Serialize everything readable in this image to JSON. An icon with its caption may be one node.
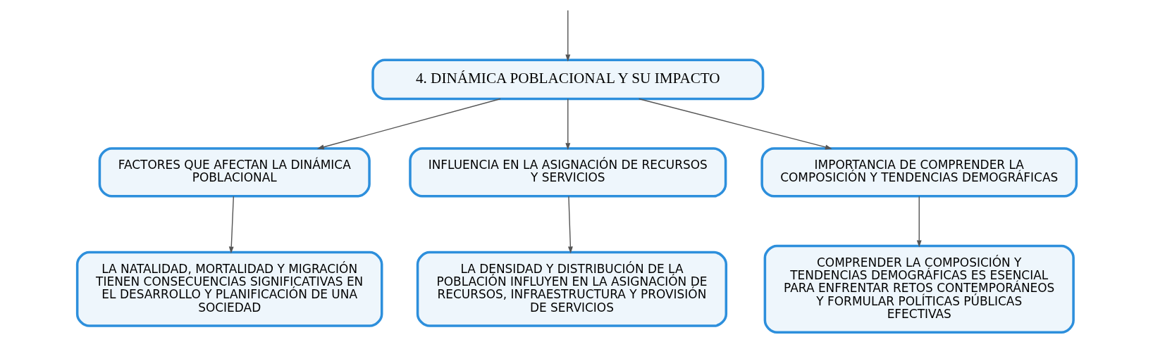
{
  "diagram": {
    "nodes": [
      {
        "text": [
          "4. DINÁMICA POBLACIONAL Y SU IMPACTO"
        ]
      },
      {
        "text": [
          "FACTORES QUE AFECTAN LA DINÁMICA POBLACIONAL"
        ]
      },
      {
        "text": [
          "INFLUENCIA EN LA ASIGNACIÓN DE RECURSOS Y SERVICIOS"
        ]
      },
      {
        "text": [
          "IMPORTANCIA DE COMPRENDER LA COMPOSICIÓN Y TENDENCIAS DEMOGRÁFICAS"
        ]
      },
      {
        "text": [
          "LA NATALIDAD, MORTALIDAD Y MIGRACIÓN TIENEN CONSECUENCIAS SIGNIFICATIVAS EN EL DESARROLLO Y PLANIFICACIÓN DE UNA SOCIEDAD"
        ]
      },
      {
        "text": [
          "LA DENSIDAD Y DISTRIBUCIÓN DE LA POBLACIÓN INFLUYEN EN LA ASIGNACIÓN DE RECURSOS, INFRAESTRUCTURA Y PROVISIÓN DE SERVICIOS"
        ]
      },
      {
        "text": [
          "COMPRENDER LA COMPOSICIÓN Y TENDENCIAS DEMOGRÁFICAS ES ESENCIAL PARA ENFRENTAR RETOS CONTEMPORÁNEOS Y FORMULAR POLÍTICAS PÚBLICAS EFECTIVAS"
        ]
      }
    ],
    "edges": [
      {
        "from": null,
        "to": 0,
        "arrow": "to"
      },
      {
        "from": 0,
        "to": 1,
        "arrow": "to"
      },
      {
        "from": 0,
        "to": 2,
        "arrow": "to"
      },
      {
        "from": 0,
        "to": 3,
        "arrow": "to"
      },
      {
        "from": 1,
        "to": 4,
        "arrow": "to"
      },
      {
        "from": 2,
        "to": 5,
        "arrow": "to"
      },
      {
        "from": 3,
        "to": 6,
        "arrow": "to"
      }
    ]
  }
}
